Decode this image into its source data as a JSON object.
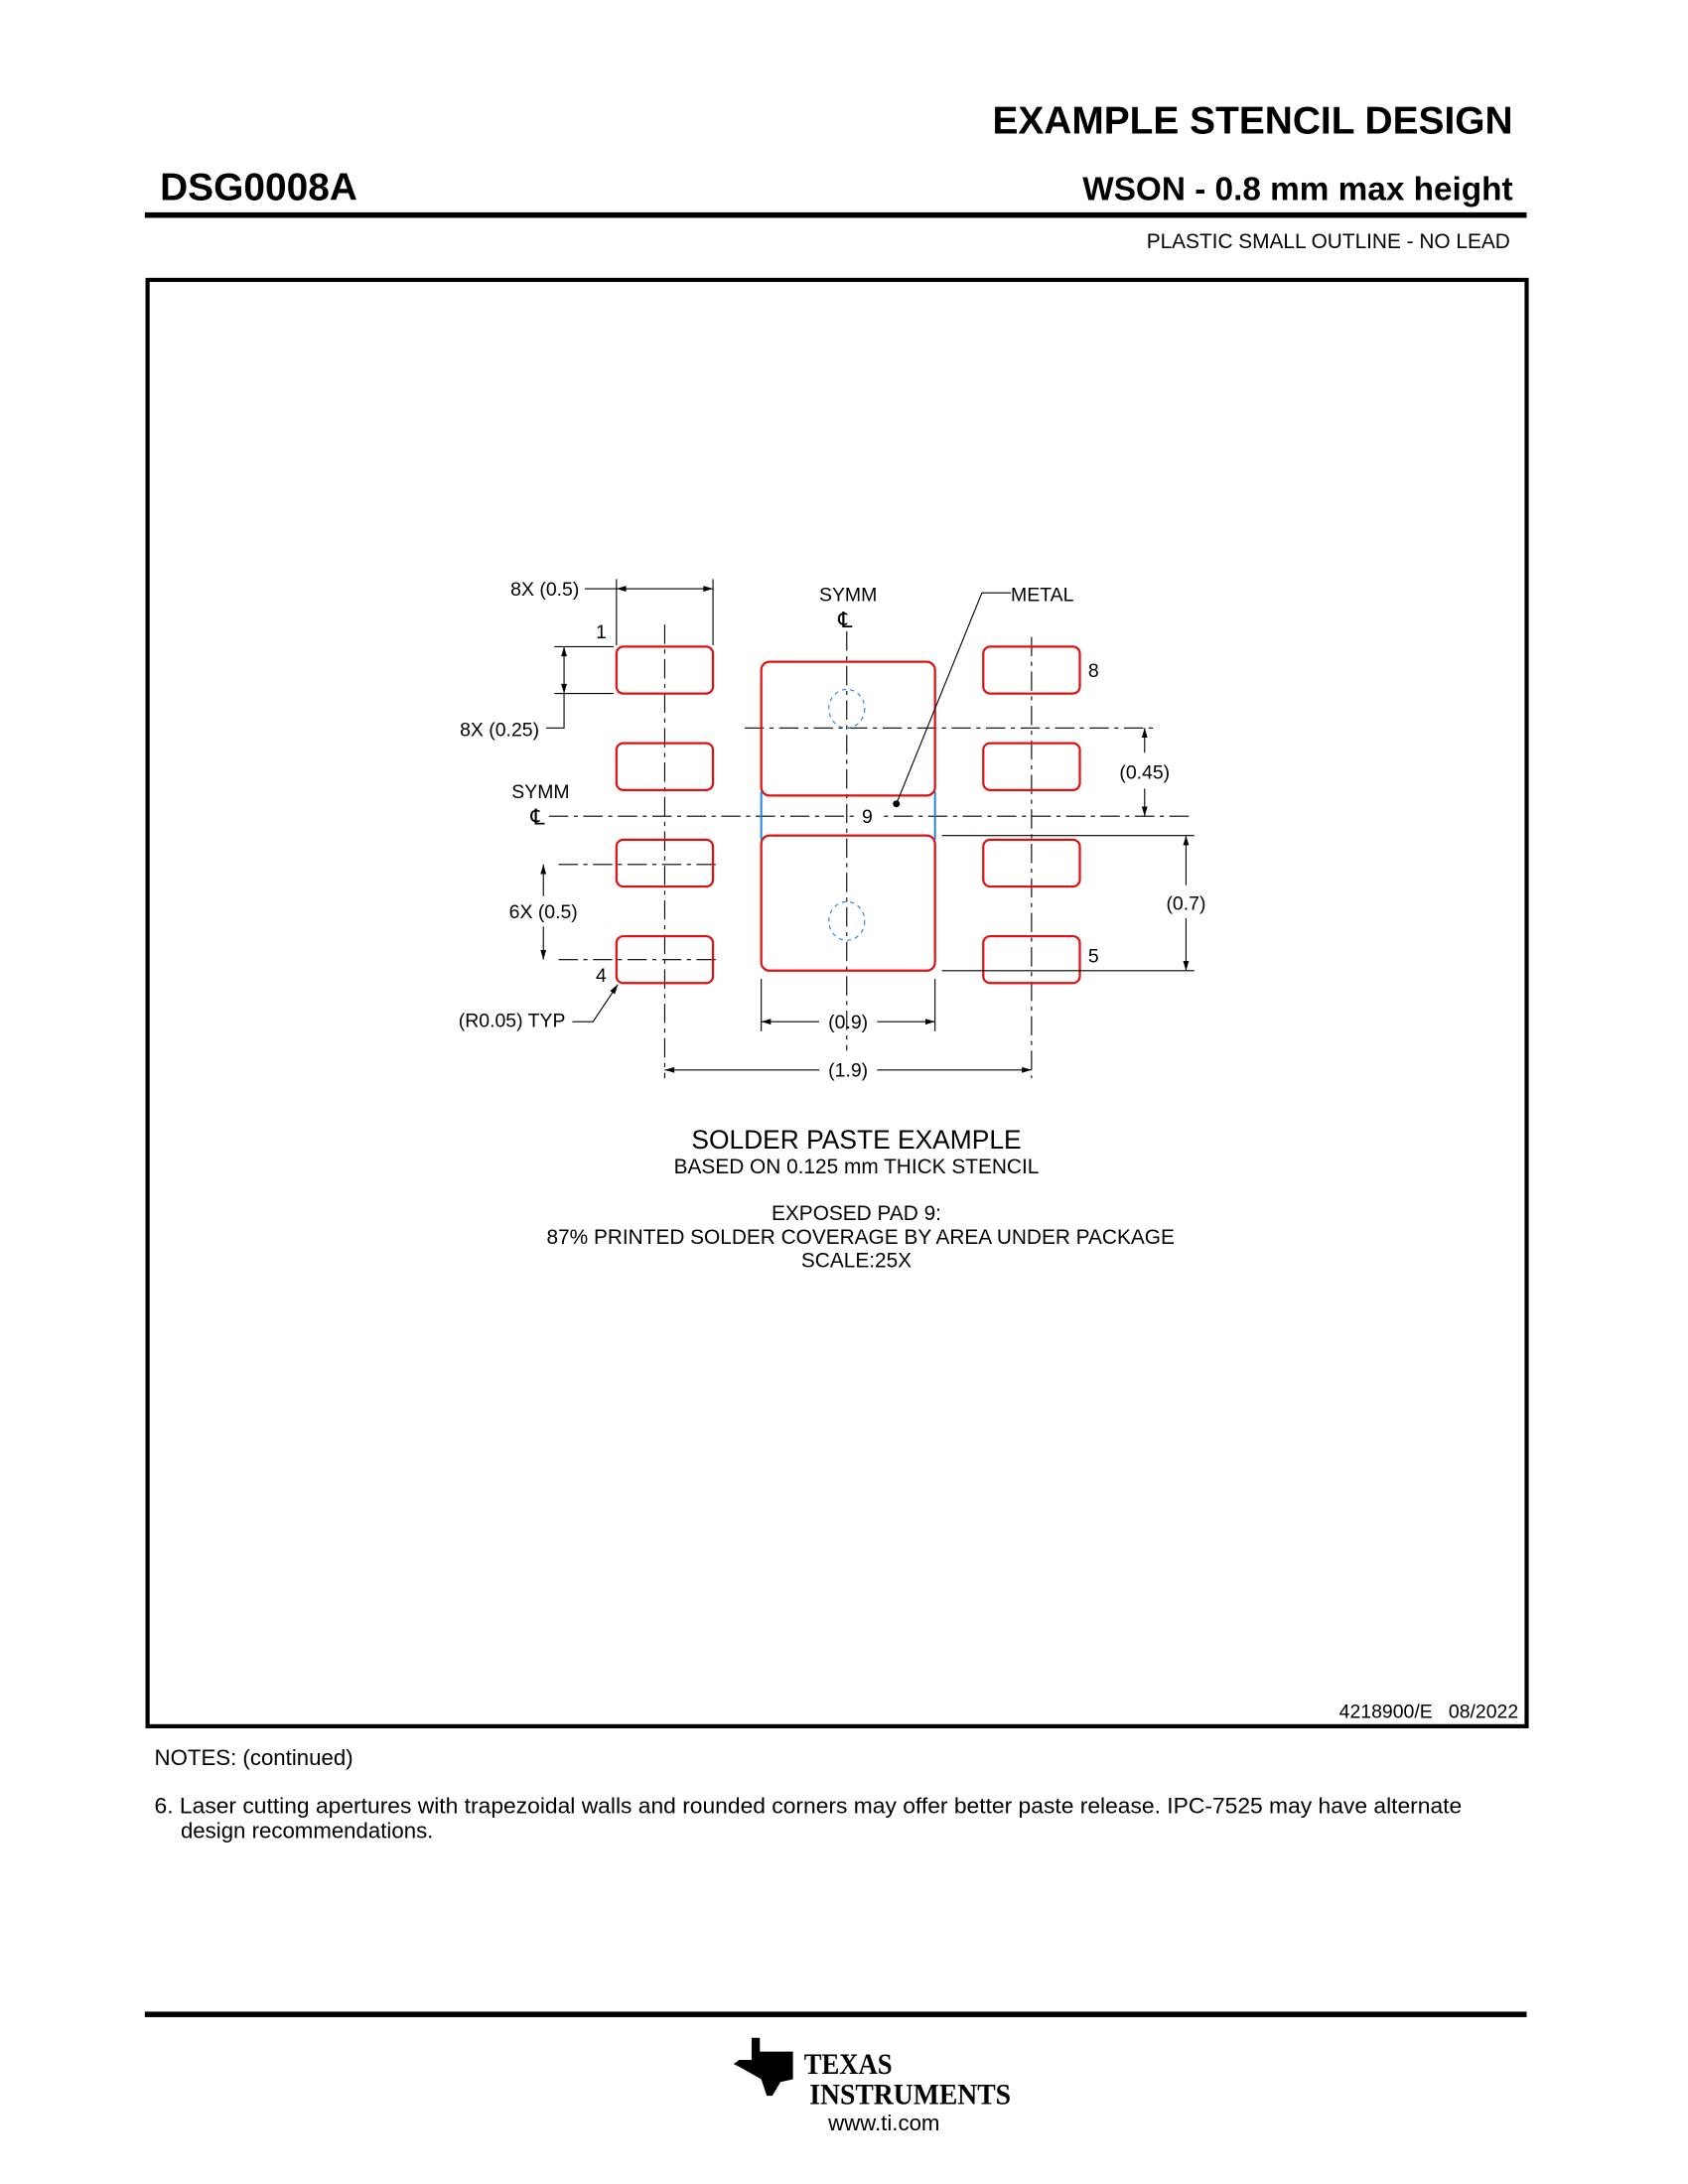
{
  "header": {
    "title": "EXAMPLE STENCIL DESIGN",
    "part_number": "DSG0008A",
    "package": "WSON - 0.8 mm max height",
    "description": "PLASTIC SMALL OUTLINE - NO LEAD"
  },
  "drawing": {
    "dims": {
      "pad_width": "8X (0.5)",
      "pad_height": "8X (0.25)",
      "pitch": "6X (0.5)",
      "corner_radius": "(R0.05) TYP",
      "center_width": "(0.9)",
      "span": "(1.9)",
      "offset_045": "(0.45)",
      "height_07": "(0.7)"
    },
    "symm_top": "SYMM",
    "symm_left": "SYMM",
    "centerline_symbol": "℄",
    "metal_label": "METAL",
    "pin_labels": {
      "p1": "1",
      "p4": "4",
      "p5": "5",
      "p8": "8",
      "p9": "9"
    },
    "colors": {
      "pad": "#e01010",
      "via": "#1f7fe0"
    }
  },
  "caption": {
    "title": "SOLDER PASTE EXAMPLE",
    "line1": "BASED ON 0.125 mm THICK STENCIL",
    "line2": "EXPOSED PAD 9:",
    "line3": "87% PRINTED SOLDER COVERAGE BY AREA UNDER PACKAGE",
    "line4": "SCALE:25X"
  },
  "doc_id": "4218900/E   08/2022",
  "notes": {
    "heading": "NOTES: (continued)",
    "note6_line1": "6. Laser cutting apertures with trapezoidal walls and rounded corners may offer better paste release. IPC-7525 may have alternate",
    "note6_line2": "design recommendations."
  },
  "footer": {
    "logo_line1": "TEXAS",
    "logo_line2": "INSTRUMENTS",
    "url": "www.ti.com"
  }
}
